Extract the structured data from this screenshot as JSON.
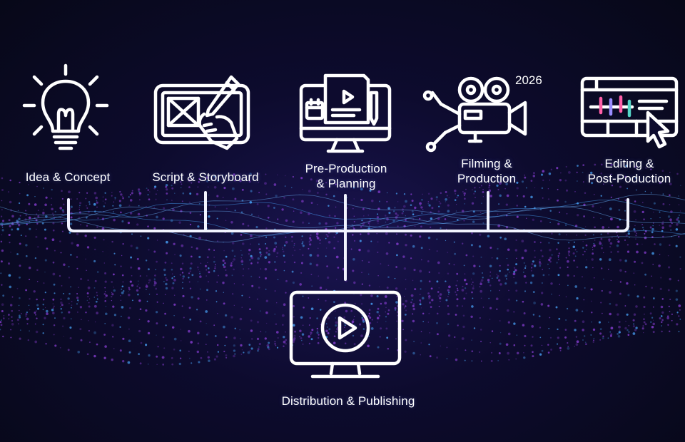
{
  "diagram": {
    "stages": [
      {
        "id": "idea",
        "label": "Idea & Concept",
        "icon": "lightbulb-icon"
      },
      {
        "id": "script",
        "label": "Script & Storyboard",
        "icon": "storyboard-tablet-icon"
      },
      {
        "id": "preproduction",
        "label": "Pre-Production\n& Planning",
        "icon": "planning-monitor-icon"
      },
      {
        "id": "filming",
        "label": "Filming &\nProduction",
        "icon": "film-camera-icon"
      },
      {
        "id": "editing",
        "label": "Editing &\nPost-Poduction",
        "icon": "editing-timeline-icon"
      }
    ],
    "output": {
      "label": "Distribution & Publishing",
      "icon": "play-monitor-icon"
    },
    "year": "2026"
  },
  "colors": {
    "background": "#0d0b2e",
    "line": "#f2f4ff",
    "wave_purple": "#8a3fd6",
    "wave_blue": "#4aa8ff"
  }
}
